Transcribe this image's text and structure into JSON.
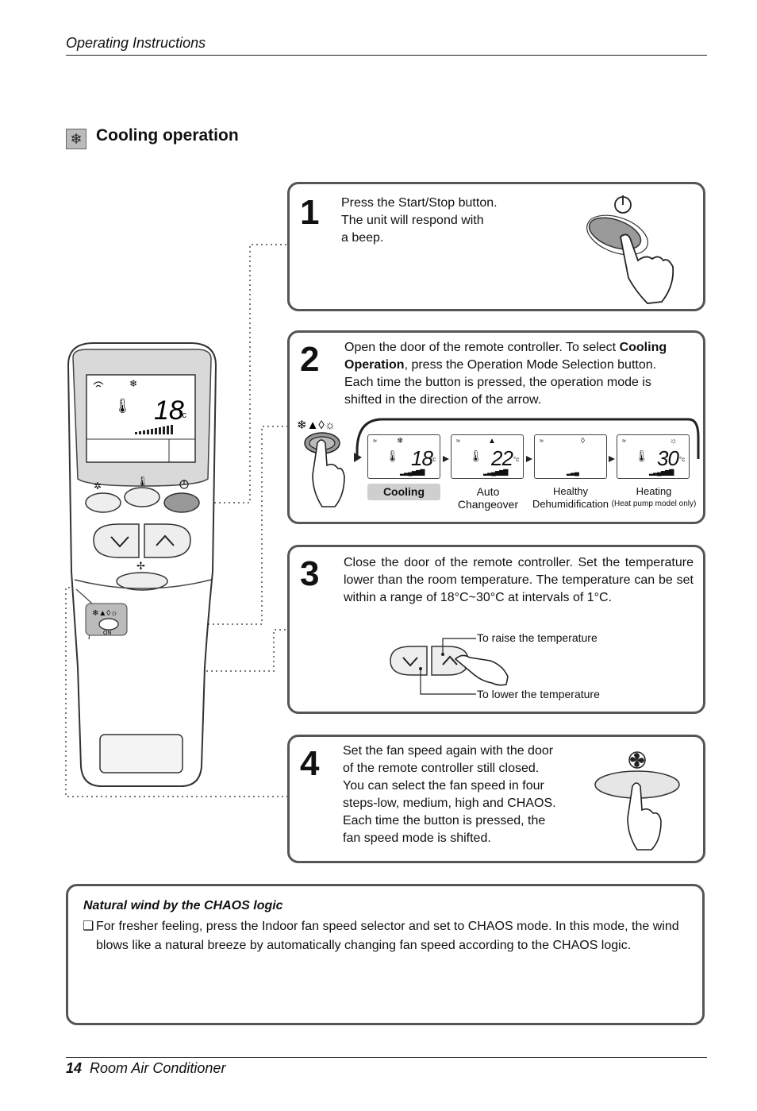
{
  "header": {
    "title": "Operating Instructions"
  },
  "section": {
    "icon": "snowflake-icon",
    "title": "Cooling operation"
  },
  "steps": [
    {
      "number": "1",
      "lines": [
        "Press the Start/Stop button.",
        "The unit will respond with",
        "a beep."
      ]
    },
    {
      "number": "2",
      "text_pre": "Open the door of the remote controller. To select ",
      "text_bold": "Cooling Operation",
      "text_post": ", press the Operation Mode Selection button. Each time the button is pressed, the operation mode is shifted in the direction of the arrow.",
      "modes": [
        {
          "label": "Cooling",
          "label2": "",
          "temp": "18"
        },
        {
          "label": "Auto",
          "label2": "Changeover",
          "temp": "22"
        },
        {
          "label": "Healthy",
          "label2": "Dehumidification",
          "temp": ""
        },
        {
          "label": "Heating",
          "label2": "(Heat pump model only)",
          "temp": "30"
        }
      ],
      "unit": "°c"
    },
    {
      "number": "3",
      "text": "Close the door of the remote controller. Set the temperature lower than the room temperature. The temperature can be set within a range of 18°C~30°C at intervals of 1°C.",
      "raise_label": "To raise the temperature",
      "lower_label": "To lower the temperature"
    },
    {
      "number": "4",
      "lines": [
        "Set the fan speed again with the door",
        "of the remote controller still closed.",
        "You can select the fan speed in four",
        "steps-low, medium, high and CHAOS.",
        "Each time the button is pressed, the",
        "fan speed mode is shifted."
      ]
    }
  ],
  "remote": {
    "display_temp": "18",
    "unit": "°c"
  },
  "note": {
    "title": "Natural wind by the CHAOS logic",
    "bullet": "❏",
    "text": "For fresher feeling, press the Indoor fan speed selector and set to CHAOS mode. In this mode, the wind blows like a natural breeze by automatically changing fan speed according to the CHAOS logic."
  },
  "footer": {
    "page": "14",
    "title": "Room Air Conditioner"
  }
}
